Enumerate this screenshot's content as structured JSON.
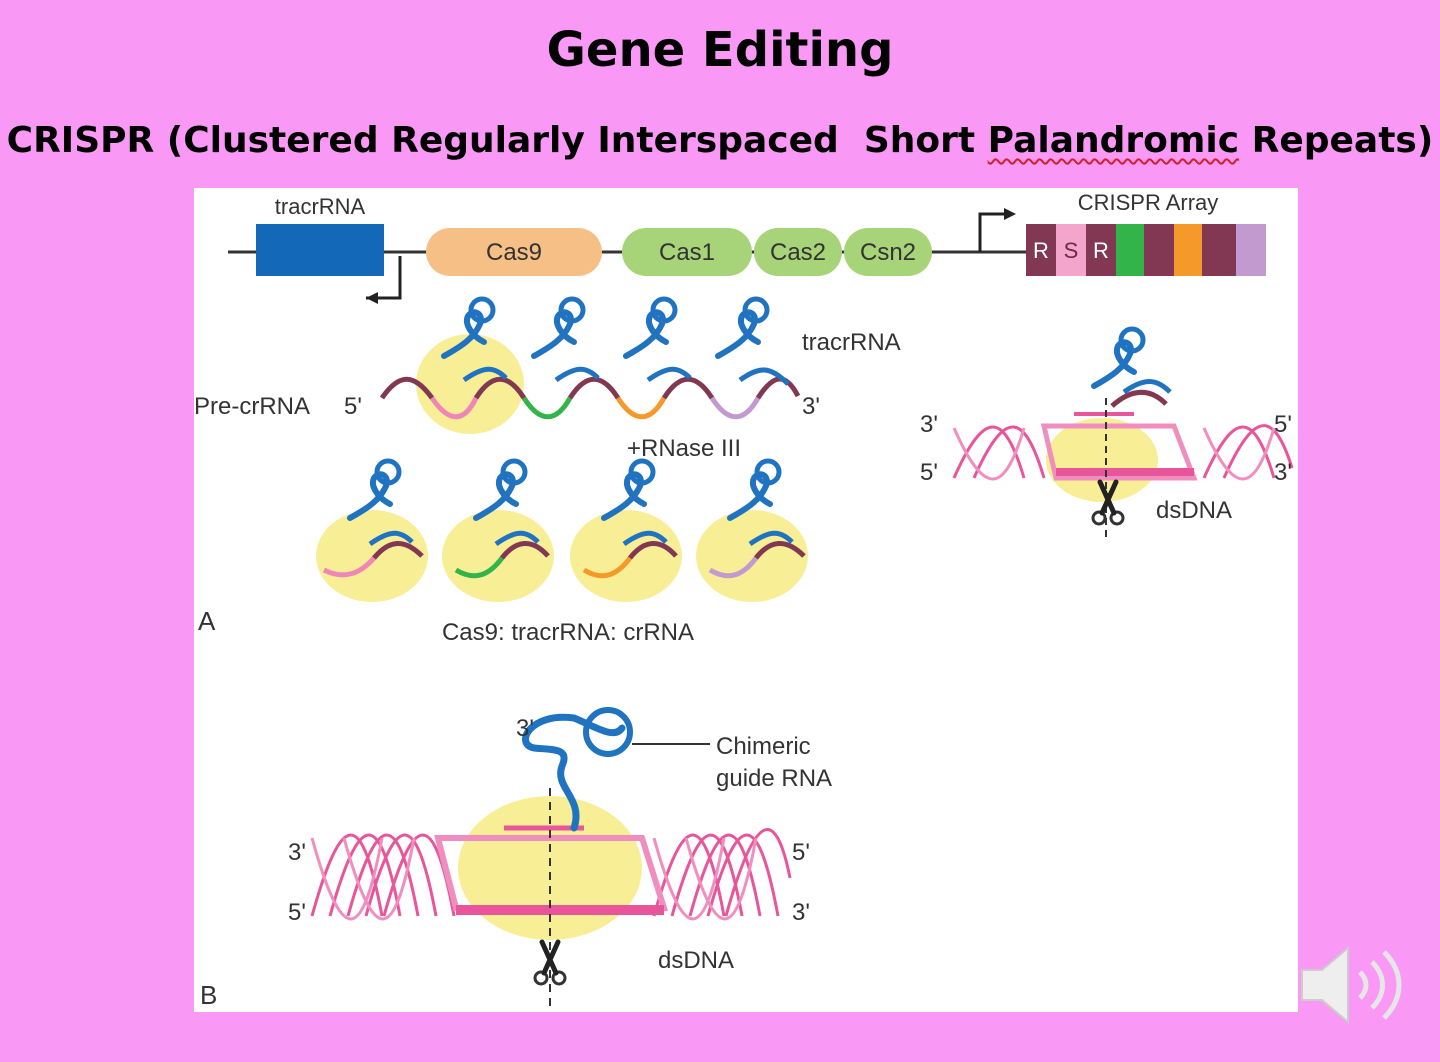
{
  "slide": {
    "title": "Gene Editing",
    "subtitle_part1": "CRISPR (Clustered Regularly Interspaced  Short ",
    "subtitle_misspelled": "Palandromic",
    "subtitle_part2": " Repeats)"
  },
  "locus": {
    "tracrrna_label": "tracrRNA",
    "genes": [
      "Cas9",
      "Cas1",
      "Cas2",
      "Csn2"
    ],
    "array_label": "CRISPR Array",
    "array_cells": [
      "R",
      "S",
      "R"
    ]
  },
  "panel_a": {
    "tracrrna_label": "tracrRNA",
    "pre_crrna_label": "Pre-crRNA",
    "five_prime": "5'",
    "three_prime": "3'",
    "rnase_label": "+RNase III",
    "complex_label": "Cas9: tracrRNA: crRNA",
    "panel_letter": "A",
    "dna_left_top": "3'",
    "dna_left_bottom": "5'",
    "dna_right_top": "5'",
    "dna_right_bottom": "3'",
    "dsdna_label": "dsDNA"
  },
  "panel_b": {
    "guide_end_label": "3'",
    "guide_label_line1": "Chimeric",
    "guide_label_line2": "guide RNA",
    "dna_left_top": "3'",
    "dna_left_bottom": "5'",
    "dna_right_top": "5'",
    "dna_right_bottom": "3'",
    "dsdna_label": "dsDNA",
    "panel_letter": "B"
  },
  "colors": {
    "background": "#f999f5",
    "tracrrna_box": "#1468b8",
    "cas9": "#f5bf86",
    "cas_small": "#a7d379",
    "rna_blue": "#1f73c0",
    "dna_pink": "#e9559a",
    "protein_yellow": "#f7ee96",
    "crrna_maroon": "#823752"
  },
  "icons": {
    "speaker": "speaker-icon"
  }
}
